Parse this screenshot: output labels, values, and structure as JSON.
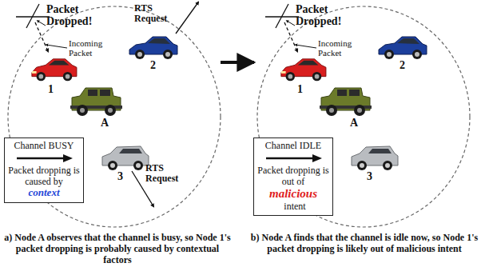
{
  "diagram": {
    "nodes": [
      {
        "text": [
          "Channel BUSY",
          "Packet dropping is caused by",
          "context"
        ]
      },
      {
        "text": [
          "Channel IDLE",
          "Packet dropping is out of",
          "malicious",
          "intent"
        ]
      }
    ],
    "labels": [
      "Packet Dropped!",
      "Incoming Packet",
      "RTS Request",
      "1",
      "2",
      "A",
      "3",
      "RTS Request",
      "a) Node A observes that the channel is busy, so Node 1's packet dropping is probably caused by contextual factors",
      "Packet Dropped!",
      "Incoming Packet",
      "1",
      "2",
      "A",
      "3",
      "b) Node A finds that the channel is idle now, so Node 1's packet dropping is likely out of malicious intent"
    ]
  }
}
